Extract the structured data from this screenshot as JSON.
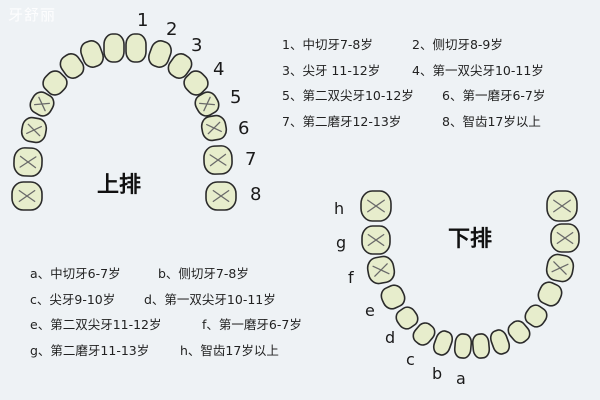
{
  "watermark": "牙舒丽",
  "upper": {
    "title": "上排",
    "numbers": [
      "1",
      "2",
      "3",
      "4",
      "5",
      "6",
      "7",
      "8"
    ],
    "legend": [
      [
        "1、中切牙7-8岁",
        "2、侧切牙8-9岁"
      ],
      [
        "3、尖牙 11-12岁",
        "4、第一双尖牙10-11岁"
      ],
      [
        "5、第二双尖牙10-12岁",
        "6、第一磨牙6-7岁"
      ],
      [
        "7、第二磨牙12-13岁",
        "8、智齿17岁以上"
      ]
    ]
  },
  "lower": {
    "title": "下排",
    "letters": [
      "h",
      "g",
      "f",
      "e",
      "d",
      "c",
      "b",
      "a"
    ],
    "legend": [
      [
        "a、中切牙6-7岁",
        "b、侧切牙7-8岁"
      ],
      [
        "c、尖牙9-10岁",
        "d、第一双尖牙10-11岁"
      ],
      [
        "e、第二双尖牙11-12岁",
        "f、第一磨牙6-7岁"
      ],
      [
        "g、第二磨牙11-13岁",
        "h、智齿17岁以上"
      ]
    ]
  }
}
